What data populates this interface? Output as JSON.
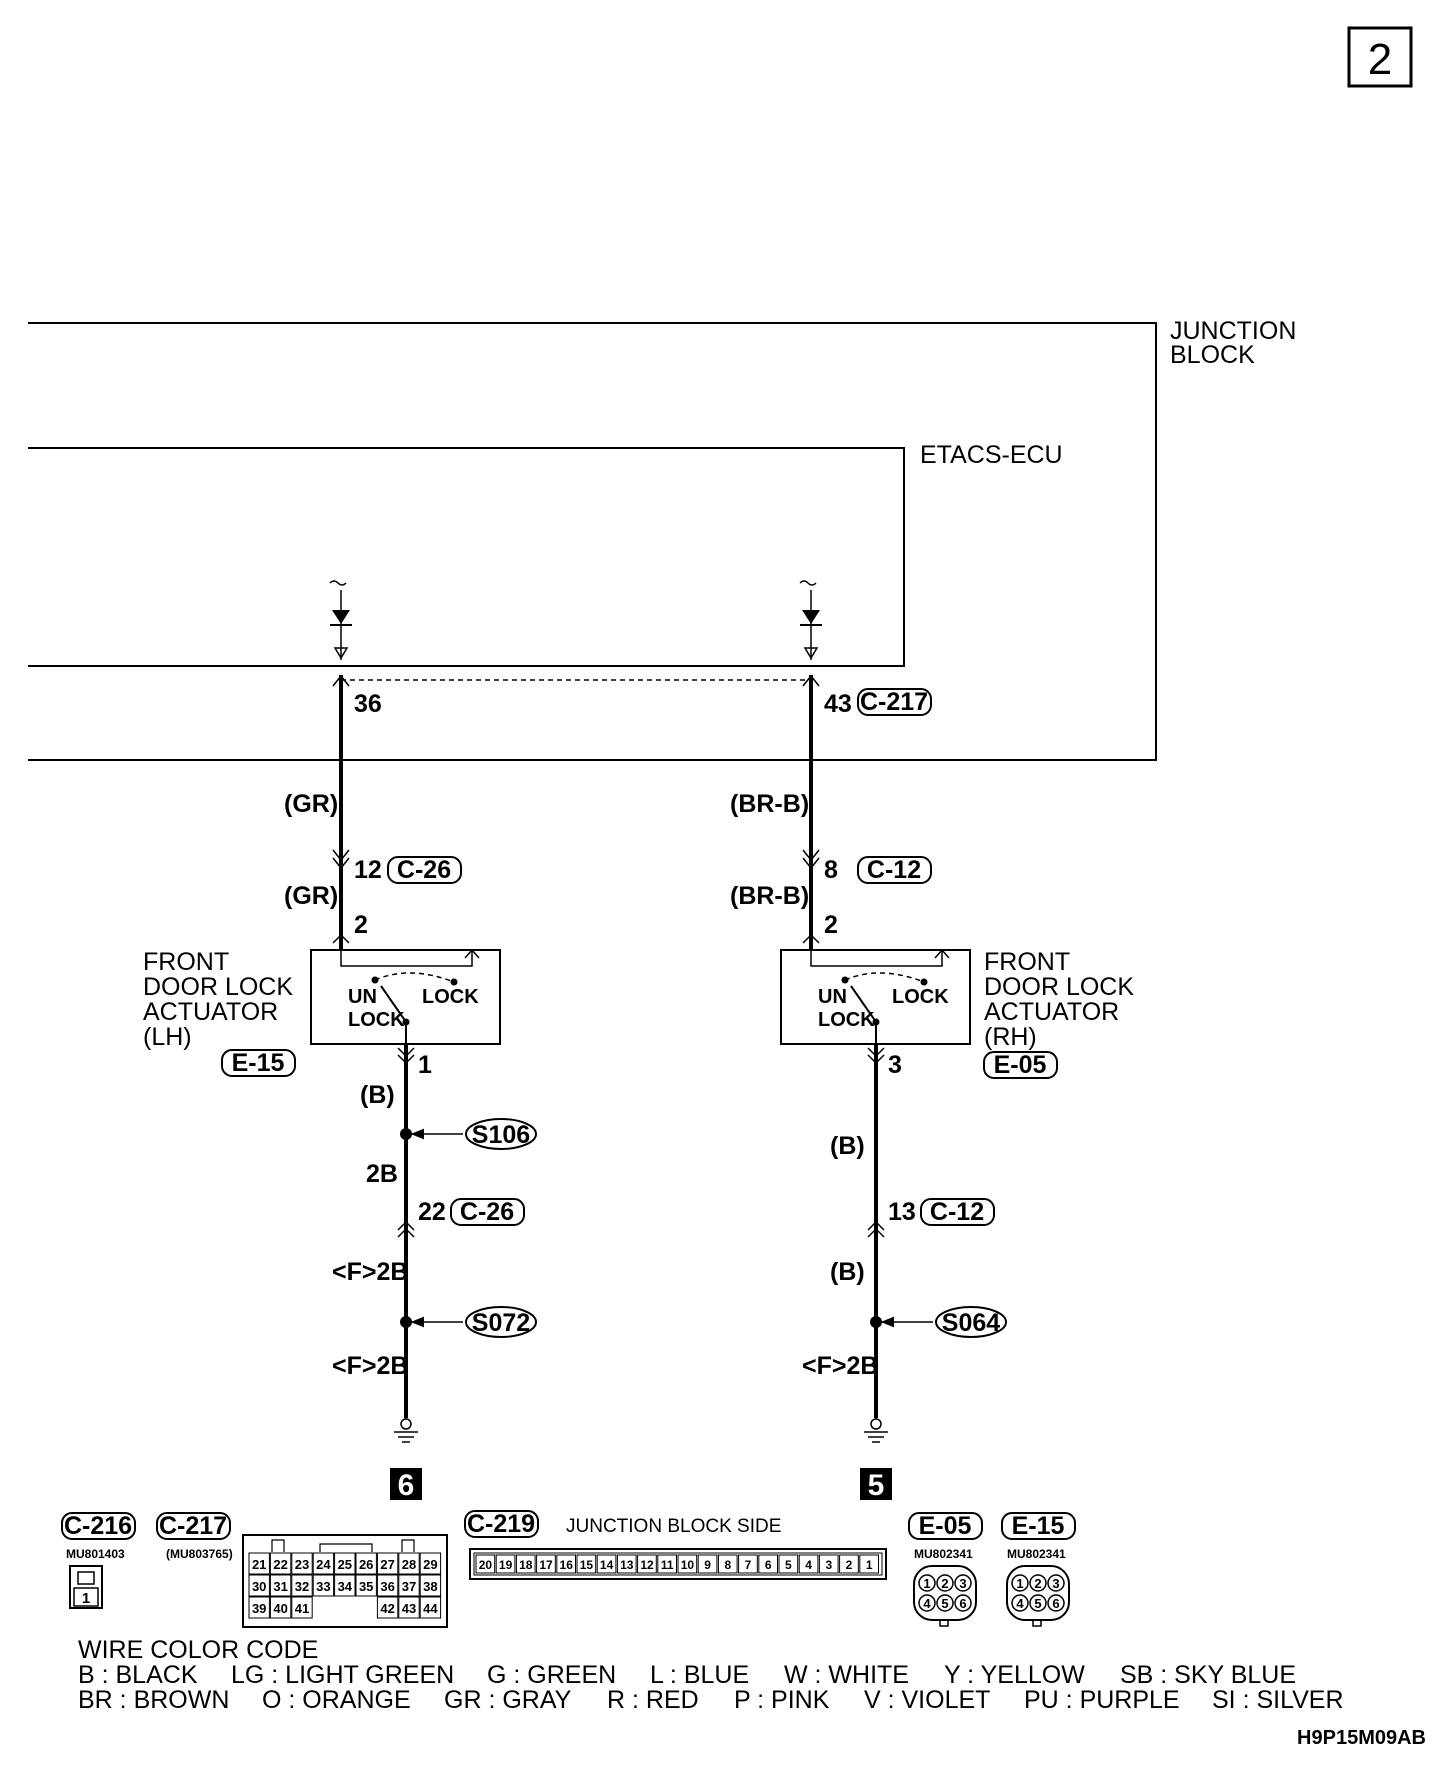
{
  "page_number": "2",
  "blocks": {
    "junction_block": [
      "JUNCTION",
      "BLOCK"
    ],
    "etacs_ecu": "ETACS-ECU"
  },
  "pins": {
    "lh_ecu": "36",
    "rh_ecu": "43",
    "rh_ecu_connector": "C-217",
    "lh_mid": "12",
    "lh_mid_connector": "C-26",
    "rh_mid": "8",
    "rh_mid_connector": "C-12",
    "lh_actuator_in": "2",
    "rh_actuator_in": "2",
    "lh_actuator_out": "1",
    "rh_actuator_out": "3",
    "lh_lower": "22",
    "lh_lower_connector": "C-26",
    "rh_lower": "13",
    "rh_lower_connector": "C-12"
  },
  "wire_labels": {
    "lh_upper": "(GR)",
    "lh_upper2": "(GR)",
    "rh_upper": "(BR-B)",
    "rh_upper2": "(BR-B)",
    "lh_b": "(B)",
    "lh_2b": "2B",
    "lh_f2b_1": "<F>2B",
    "lh_f2b_2": "<F>2B",
    "rh_b1": "(B)",
    "rh_b2": "(B)",
    "rh_f2b": "<F>2B"
  },
  "actuators": {
    "lh": {
      "lines": [
        "FRONT",
        "DOOR LOCK",
        "ACTUATOR",
        "(LH)"
      ],
      "connector": "E-15",
      "unlock": [
        "UN",
        "LOCK"
      ],
      "lock": "LOCK"
    },
    "rh": {
      "lines": [
        "FRONT",
        "DOOR LOCK",
        "ACTUATOR",
        "(RH)"
      ],
      "connector": "E-05",
      "unlock": [
        "UN",
        "LOCK"
      ],
      "lock": "LOCK"
    }
  },
  "splices": {
    "lh_top": "S106",
    "lh_bottom": "S072",
    "rh": "S064"
  },
  "grounds": {
    "lh": "6",
    "rh": "5"
  },
  "connector_legend": {
    "c216": {
      "label": "C-216",
      "part": "MU801403",
      "pin": "1"
    },
    "c217": {
      "label": "C-217",
      "part": "(MU803765)",
      "rows": [
        [
          "21",
          "22",
          "23",
          "24",
          "25",
          "26",
          "27",
          "28",
          "29"
        ],
        [
          "30",
          "31",
          "32",
          "33",
          "34",
          "35",
          "36",
          "37",
          "38"
        ],
        [
          "39",
          "40",
          "41",
          "",
          "",
          "",
          "42",
          "43",
          "44"
        ]
      ]
    },
    "c219": {
      "label": "C-219",
      "side": "JUNCTION BLOCK SIDE",
      "pins": [
        "20",
        "19",
        "18",
        "17",
        "16",
        "15",
        "14",
        "13",
        "12",
        "11",
        "10",
        "9",
        "8",
        "7",
        "6",
        "5",
        "4",
        "3",
        "2",
        "1"
      ]
    },
    "e05": {
      "label": "E-05",
      "part": "MU802341",
      "pins": [
        "1",
        "2",
        "3",
        "4",
        "5",
        "6"
      ]
    },
    "e15": {
      "label": "E-15",
      "part": "MU802341",
      "pins": [
        "1",
        "2",
        "3",
        "4",
        "5",
        "6"
      ]
    }
  },
  "wire_color_code": {
    "title": "WIRE COLOR CODE",
    "row1": [
      "B : BLACK",
      "LG : LIGHT GREEN",
      "G : GREEN",
      "L : BLUE",
      "W : WHITE",
      "Y : YELLOW",
      "SB : SKY BLUE"
    ],
    "row2": [
      "BR : BROWN",
      "O : ORANGE",
      "GR : GRAY",
      "R : RED",
      "P : PINK",
      "V : VIOLET",
      "PU : PURPLE",
      "SI : SILVER"
    ]
  },
  "diagram_code": "H9P15M09AB"
}
